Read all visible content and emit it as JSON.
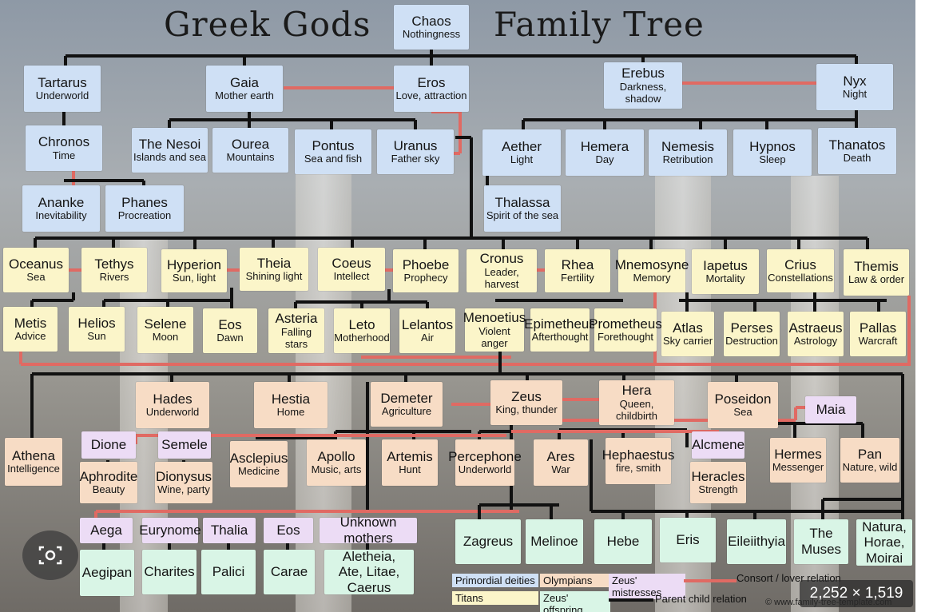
{
  "title": {
    "left": "Greek Gods",
    "right": "Family Tree"
  },
  "nodes": {
    "chaos": {
      "n": "Chaos",
      "s": "Nothingness"
    },
    "tartarus": {
      "n": "Tartarus",
      "s": "Underworld"
    },
    "gaia": {
      "n": "Gaia",
      "s": "Mother earth"
    },
    "eros": {
      "n": "Eros",
      "s": "Love, attraction"
    },
    "erebus": {
      "n": "Erebus",
      "s": "Darkness, shadow"
    },
    "nyx": {
      "n": "Nyx",
      "s": "Night"
    },
    "chronos": {
      "n": "Chronos",
      "s": "Time"
    },
    "nesoi": {
      "n": "The Nesoi",
      "s": "Islands and sea"
    },
    "ourea": {
      "n": "Ourea",
      "s": "Mountains"
    },
    "pontus": {
      "n": "Pontus",
      "s": "Sea and fish"
    },
    "uranus": {
      "n": "Uranus",
      "s": "Father sky"
    },
    "aether": {
      "n": "Aether",
      "s": "Light"
    },
    "hemera": {
      "n": "Hemera",
      "s": "Day"
    },
    "nemesis": {
      "n": "Nemesis",
      "s": "Retribution"
    },
    "hypnos": {
      "n": "Hypnos",
      "s": "Sleep"
    },
    "thanatos": {
      "n": "Thanatos",
      "s": "Death"
    },
    "ananke": {
      "n": "Ananke",
      "s": "Inevitability"
    },
    "phanes": {
      "n": "Phanes",
      "s": "Procreation"
    },
    "thalassa": {
      "n": "Thalassa",
      "s": "Spirit of the sea"
    },
    "oceanus": {
      "n": "Oceanus",
      "s": "Sea"
    },
    "tethys": {
      "n": "Tethys",
      "s": "Rivers"
    },
    "hyperion": {
      "n": "Hyperion",
      "s": "Sun, light"
    },
    "theia": {
      "n": "Theia",
      "s": "Shining light"
    },
    "coeus": {
      "n": "Coeus",
      "s": "Intellect"
    },
    "phoebe": {
      "n": "Phoebe",
      "s": "Prophecy"
    },
    "cronus": {
      "n": "Cronus",
      "s": "Leader, harvest"
    },
    "rhea": {
      "n": "Rhea",
      "s": "Fertility"
    },
    "mnemosyne": {
      "n": "Mnemosyne",
      "s": "Memory"
    },
    "iapetus": {
      "n": "Iapetus",
      "s": "Mortality"
    },
    "crius": {
      "n": "Crius",
      "s": "Constellations"
    },
    "themis": {
      "n": "Themis",
      "s": "Law & order"
    },
    "metis": {
      "n": "Metis",
      "s": "Advice"
    },
    "helios": {
      "n": "Helios",
      "s": "Sun"
    },
    "selene": {
      "n": "Selene",
      "s": "Moon"
    },
    "eosTitan": {
      "n": "Eos",
      "s": "Dawn"
    },
    "asteria": {
      "n": "Asteria",
      "s": "Falling stars"
    },
    "leto": {
      "n": "Leto",
      "s": "Motherhood"
    },
    "lelantos": {
      "n": "Lelantos",
      "s": "Air"
    },
    "menoetius": {
      "n": "Menoetius",
      "s": "Violent anger"
    },
    "epimetheus": {
      "n": "Epimetheus",
      "s": "Afterthought"
    },
    "prometheus": {
      "n": "Prometheus",
      "s": "Forethought"
    },
    "atlas": {
      "n": "Atlas",
      "s": "Sky carrier"
    },
    "perses": {
      "n": "Perses",
      "s": "Destruction"
    },
    "astraeus": {
      "n": "Astraeus",
      "s": "Astrology"
    },
    "pallas": {
      "n": "Pallas",
      "s": "Warcraft"
    },
    "hades": {
      "n": "Hades",
      "s": "Underworld"
    },
    "hestia": {
      "n": "Hestia",
      "s": "Home"
    },
    "demeter": {
      "n": "Demeter",
      "s": "Agriculture"
    },
    "zeus": {
      "n": "Zeus",
      "s": "King, thunder"
    },
    "hera": {
      "n": "Hera",
      "s": "Queen, childbirth"
    },
    "poseidon": {
      "n": "Poseidon",
      "s": "Sea"
    },
    "maia": {
      "n": "Maia",
      "s": ""
    },
    "athena": {
      "n": "Athena",
      "s": "Intelligence"
    },
    "dione": {
      "n": "Dione",
      "s": ""
    },
    "semele": {
      "n": "Semele",
      "s": ""
    },
    "aphrodite": {
      "n": "Aphrodite",
      "s": "Beauty"
    },
    "dionysus": {
      "n": "Dionysus",
      "s": "Wine, party"
    },
    "asclepius": {
      "n": "Asclepius",
      "s": "Medicine"
    },
    "apollo": {
      "n": "Apollo",
      "s": "Music, arts"
    },
    "artemis": {
      "n": "Artemis",
      "s": "Hunt"
    },
    "percephone": {
      "n": "Percephone",
      "s": "Underworld"
    },
    "ares": {
      "n": "Ares",
      "s": "War"
    },
    "hephaestus": {
      "n": "Hephaestus",
      "s": "fire, smith"
    },
    "alcmene": {
      "n": "Alcmene",
      "s": ""
    },
    "heracles": {
      "n": "Heracles",
      "s": "Strength"
    },
    "hermes": {
      "n": "Hermes",
      "s": "Messenger"
    },
    "pan": {
      "n": "Pan",
      "s": "Nature, wild"
    },
    "aega": {
      "n": "Aega",
      "s": ""
    },
    "eurynome": {
      "n": "Eurynome",
      "s": ""
    },
    "thalia": {
      "n": "Thalia",
      "s": ""
    },
    "eosMistress": {
      "n": "Eos",
      "s": ""
    },
    "unknown": {
      "n": "Unknown mothers",
      "s": ""
    },
    "aegipan": {
      "n": "Aegipan",
      "s": ""
    },
    "charites": {
      "n": "Charites",
      "s": ""
    },
    "palici": {
      "n": "Palici",
      "s": ""
    },
    "carae": {
      "n": "Carae",
      "s": ""
    },
    "aletheia": {
      "n": "Aletheia, Ate, Litae, Caerus",
      "s": ""
    },
    "zagreus": {
      "n": "Zagreus",
      "s": ""
    },
    "melinoe": {
      "n": "Melinoe",
      "s": ""
    },
    "hebe": {
      "n": "Hebe",
      "s": ""
    },
    "eris": {
      "n": "Eris",
      "s": ""
    },
    "eileithyia": {
      "n": "Eileiithyia",
      "s": ""
    },
    "muses": {
      "n": "The Muses",
      "s": ""
    },
    "natura": {
      "n": "Natura, Horae, Moirai",
      "s": ""
    }
  },
  "legend": {
    "primordial": "Primordial deities",
    "titans": "Titans",
    "olympians": "Olympians",
    "offspring": "Zeus' offspring",
    "mistresses": "Zeus' mistresses",
    "consort": "Consort / lover relation",
    "parent": "Parent child relation"
  },
  "colors": {
    "primordial": "#cfe0f5",
    "titan": "#fbf5c9",
    "olympian": "#f7dcc5",
    "mistress": "#ecdcf5",
    "offspring": "#d9f5e6",
    "parent_line": "#111111",
    "consort_line": "#e06a63"
  },
  "overlay": {
    "dimensions": "2,252 × 1,519",
    "credit": "© www.family-tree-template.com",
    "lens_icon": "camera-lens-icon"
  }
}
